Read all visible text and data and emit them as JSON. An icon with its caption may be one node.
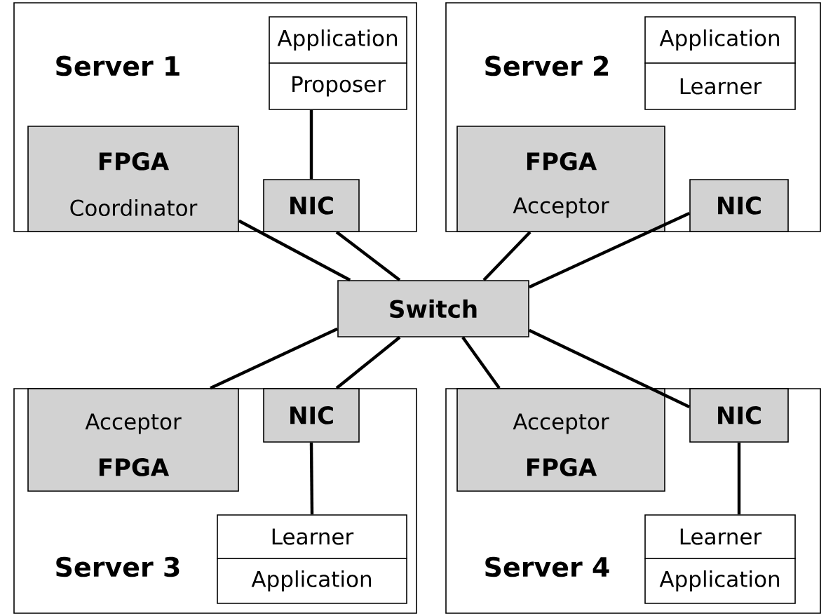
{
  "diagram": {
    "nodes": [
      {
        "text": [
          "Server 1"
        ]
      },
      {
        "text": [
          "Application"
        ],
        "in": 0
      },
      {
        "text": [
          "Proposer"
        ],
        "in": 0
      },
      {
        "text": [
          "FPGA",
          "Coordinator"
        ],
        "in": 0
      },
      {
        "text": [
          "NIC"
        ],
        "in": 0
      },
      {
        "text": [
          "Server 2"
        ]
      },
      {
        "text": [
          "Application"
        ],
        "in": 5
      },
      {
        "text": [
          "Learner"
        ],
        "in": 5
      },
      {
        "text": [
          "FPGA",
          "Acceptor"
        ],
        "in": 5
      },
      {
        "text": [
          "NIC"
        ],
        "in": 5
      },
      {
        "text": [
          "Switch"
        ]
      },
      {
        "text": [
          "Server 3"
        ]
      },
      {
        "text": [
          "Acceptor",
          "FPGA"
        ],
        "in": 11
      },
      {
        "text": [
          "NIC"
        ],
        "in": 11
      },
      {
        "text": [
          "Learner"
        ],
        "in": 11
      },
      {
        "text": [
          "Application"
        ],
        "in": 11
      },
      {
        "text": [
          "Server 4"
        ]
      },
      {
        "text": [
          "Acceptor",
          "FPGA"
        ],
        "in": 16
      },
      {
        "text": [
          "NIC"
        ],
        "in": 16
      },
      {
        "text": [
          "Learner"
        ],
        "in": 16
      },
      {
        "text": [
          "Application"
        ],
        "in": 16
      }
    ],
    "edges": [
      {
        "from": 2,
        "to": 4,
        "arrow": "none"
      },
      {
        "from": 3,
        "to": 10,
        "arrow": "none"
      },
      {
        "from": 4,
        "to": 10,
        "arrow": "none"
      },
      {
        "from": 8,
        "to": 10,
        "arrow": "none"
      },
      {
        "from": 9,
        "to": 10,
        "arrow": "none"
      },
      {
        "from": 12,
        "to": 10,
        "arrow": "none"
      },
      {
        "from": 13,
        "to": 10,
        "arrow": "none"
      },
      {
        "from": 17,
        "to": 10,
        "arrow": "none"
      },
      {
        "from": 18,
        "to": 10,
        "arrow": "none"
      },
      {
        "from": 13,
        "to": 14,
        "arrow": "none"
      },
      {
        "from": 18,
        "to": 19,
        "arrow": "none"
      }
    ]
  }
}
